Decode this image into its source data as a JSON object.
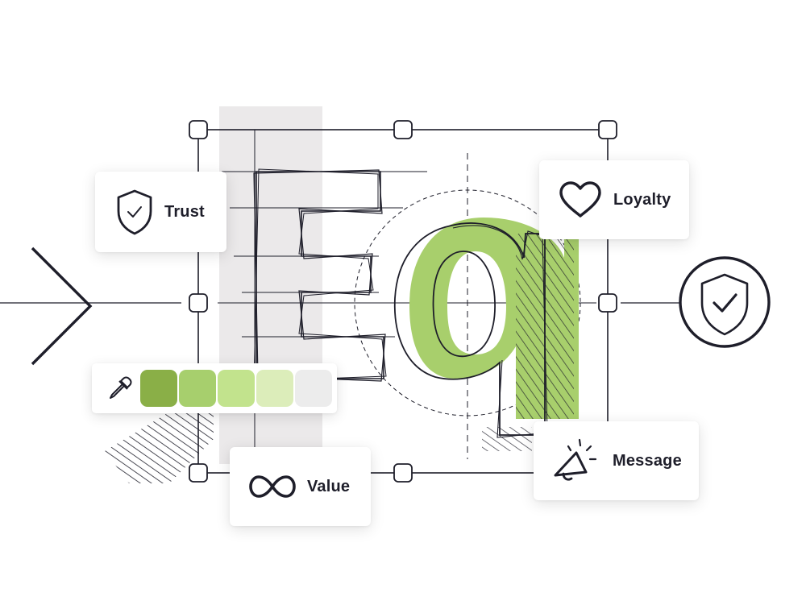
{
  "cards": {
    "trust": {
      "label": "Trust",
      "icon": "shield-check-icon"
    },
    "loyalty": {
      "label": "Loyalty",
      "icon": "heart-icon"
    },
    "value": {
      "label": "Value",
      "icon": "infinity-icon"
    },
    "message": {
      "label": "Message",
      "icon": "megaphone-icon"
    }
  },
  "badge": {
    "icon": "shield-check-icon"
  },
  "palette": {
    "picker_icon": "eyedropper-icon",
    "swatches": [
      "#8aaf47",
      "#a7cf6d",
      "#c2e38d",
      "#dcedba",
      "#ececec"
    ]
  },
  "glyphs": {
    "left": "E",
    "right": "q"
  },
  "colors": {
    "accent_green": "#a8cf6c",
    "ink": "#1e1e2a",
    "column_gray": "#ebe9ea"
  }
}
